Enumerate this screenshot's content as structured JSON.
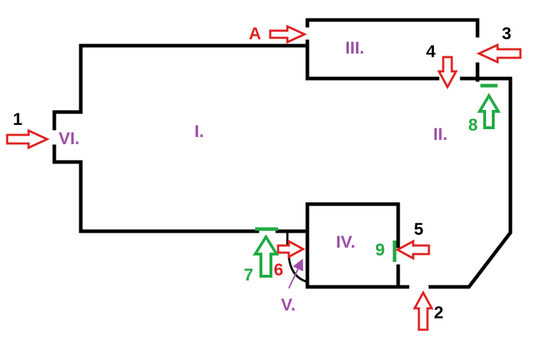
{
  "colors": {
    "wall": "#000000",
    "arrow_red": "#e02020",
    "arrow_green": "#22aa44",
    "label_black": "#000000",
    "label_red": "#e02020",
    "label_green": "#22aa44",
    "label_purple": "#9b4fa6",
    "pointer_purple": "#9b4fa6"
  },
  "rooms": {
    "I": "I.",
    "II": "II.",
    "III": "III.",
    "IV": "IV.",
    "V": "V.",
    "VI": "VI."
  },
  "entrances": {
    "e1": "1",
    "e2": "2",
    "e3": "3",
    "e4": "4",
    "e5": "5",
    "eA": "A"
  },
  "doors": {
    "d6": "6",
    "d7": "7",
    "d8": "8",
    "d9": "9"
  }
}
